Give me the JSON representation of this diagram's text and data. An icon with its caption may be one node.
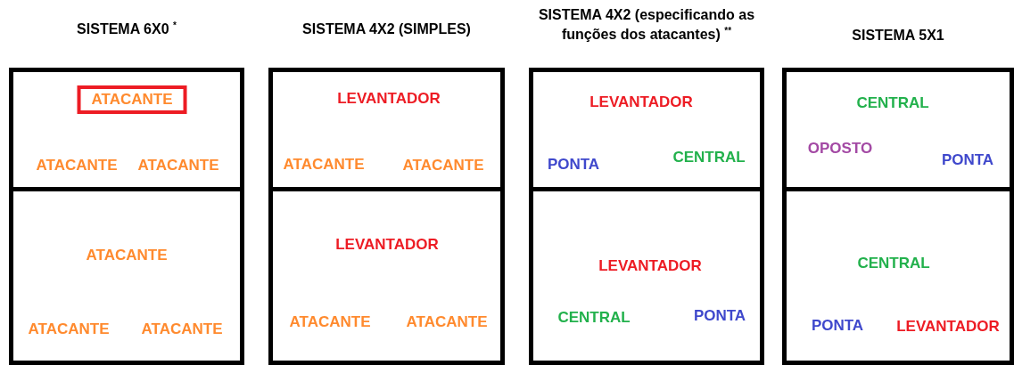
{
  "diagram": {
    "nodes": [
      {
        "text": [],
        "shape": "box"
      },
      {
        "text": [
          "ATACANTE"
        ],
        "in": 0
      },
      {
        "text": [
          "ATACANTE"
        ],
        "in": 0
      },
      {
        "text": [
          "ATACANTE"
        ],
        "in": 0
      },
      {
        "text": [],
        "shape": "box"
      },
      {
        "text": [
          "ATACANTE"
        ],
        "in": 4
      },
      {
        "text": [
          "ATACANTE"
        ],
        "in": 4
      },
      {
        "text": [
          "ATACANTE"
        ],
        "in": 4
      },
      {
        "text": [],
        "shape": "box"
      },
      {
        "text": [
          "LEVANTADOR"
        ],
        "in": 8
      },
      {
        "text": [
          "ATACANTE"
        ],
        "in": 8
      },
      {
        "text": [
          "ATACANTE"
        ],
        "in": 8
      },
      {
        "text": [],
        "shape": "box"
      },
      {
        "text": [
          "LEVANTADOR"
        ],
        "in": 12
      },
      {
        "text": [
          "ATACANTE"
        ],
        "in": 12
      },
      {
        "text": [
          "ATACANTE"
        ],
        "in": 12
      },
      {
        "text": [],
        "shape": "box"
      },
      {
        "text": [
          "LEVANTADOR"
        ],
        "in": 16
      },
      {
        "text": [
          "PONTA"
        ],
        "in": 16
      },
      {
        "text": [
          "CENTRAL"
        ],
        "in": 16
      },
      {
        "text": [],
        "shape": "box"
      },
      {
        "text": [
          "LEVANTADOR"
        ],
        "in": 20
      },
      {
        "text": [
          "CENTRAL"
        ],
        "in": 20
      },
      {
        "text": [
          "PONTA"
        ],
        "in": 20
      },
      {
        "text": [],
        "shape": "box"
      },
      {
        "text": [
          "CENTRAL"
        ],
        "in": 24
      },
      {
        "text": [
          "OPOSTO"
        ],
        "in": 24
      },
      {
        "text": [
          "PONTA"
        ],
        "in": 24
      },
      {
        "text": [],
        "shape": "box"
      },
      {
        "text": [
          "CENTRAL"
        ],
        "in": 28
      },
      {
        "text": [
          "PONTA"
        ],
        "in": 28
      },
      {
        "text": [
          "LEVANTADOR"
        ],
        "in": 28
      }
    ],
    "labels": [
      "SISTEMA 6X0 $^{*}$",
      "SISTEMA 4X2 (SIMPLES)",
      "SISTEMA 4X2 (especificando as funções dos atacantes) $^{**}$",
      "SISTEMA 5X1"
    ]
  }
}
